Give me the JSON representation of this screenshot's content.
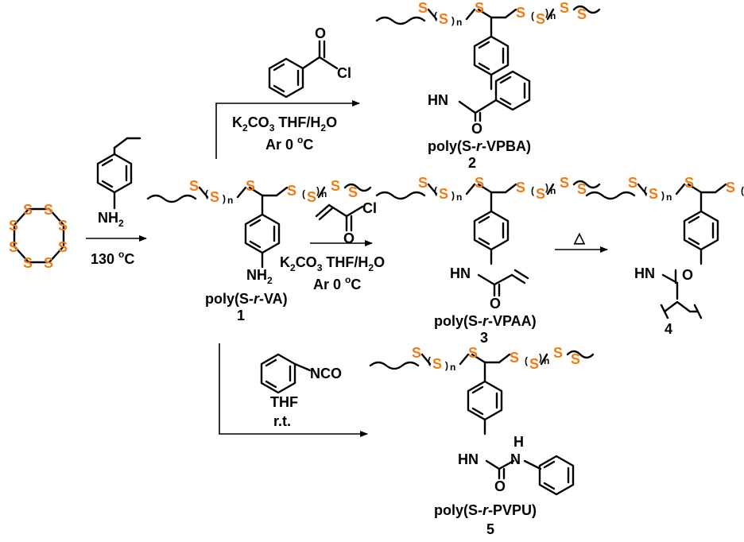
{
  "colors": {
    "sulfur": "#F07A14",
    "amine": "#E8161C",
    "amide": "#2B3BE6",
    "urea": "#6E3FD8",
    "polymer": "#2FA83A",
    "bond": "#000000"
  },
  "atoms": {
    "S": "S",
    "n": "n",
    "Cl": "Cl",
    "O": "O",
    "HN": "HN",
    "H": "H",
    "N": "N",
    "NH": "NH",
    "NCO": "NCO",
    "NH2_base": "NH",
    "NH2_sub": "2"
  },
  "conditions": {
    "step1_temp": "130 ",
    "step1_temp_sup": "o",
    "step1_temp_unit": "C",
    "k2co3_base": "K",
    "k2co3_sub2": "2",
    "k2co3_co": "CO",
    "k2co3_sub3": "3",
    "solvent_thf": " THF/H",
    "solvent_sub2": "2",
    "solvent_o": "O",
    "ar_temp": "Ar 0 ",
    "ar_temp_sup": "o",
    "ar_temp_unit": "C",
    "thf": "THF",
    "rt": "r.t.",
    "heat": "△"
  },
  "compounds": [
    {
      "id": "1",
      "name_pre": "poly(S-",
      "name_it": "r",
      "name_post": "-VA)",
      "number": "1"
    },
    {
      "id": "2",
      "name_pre": "poly(S-",
      "name_it": "r",
      "name_post": "-VPBA)",
      "number": "2"
    },
    {
      "id": "3",
      "name_pre": "poly(S-",
      "name_it": "r",
      "name_post": "-VPAA)",
      "number": "3"
    },
    {
      "id": "4",
      "number": "4"
    },
    {
      "id": "5",
      "name_pre": "poly(S-",
      "name_it": "r",
      "name_post": "-PVPU)",
      "number": "5"
    }
  ]
}
